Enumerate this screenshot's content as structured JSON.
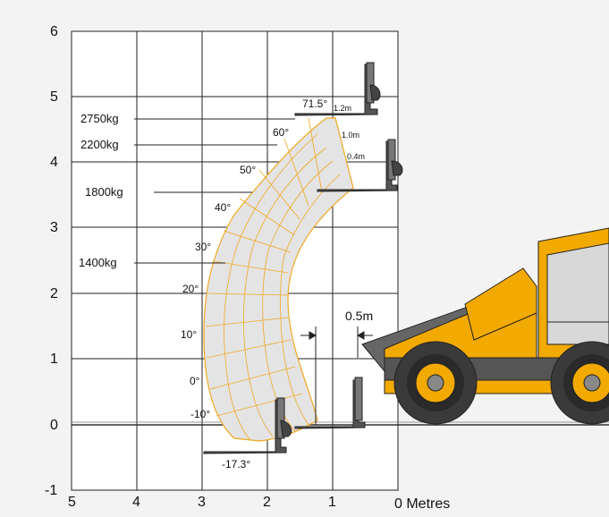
{
  "axes": {
    "y_ticks": [
      "6",
      "5",
      "4",
      "3",
      "2",
      "1",
      "0",
      "-1"
    ],
    "x_ticks": [
      "5",
      "4",
      "3",
      "2",
      "1"
    ],
    "x_unit_label": "0 Metres"
  },
  "loads": [
    "2750kg",
    "2200kg",
    "1800kg",
    "1400kg"
  ],
  "angles": [
    "71.5°",
    "60°",
    "50°",
    "40°",
    "30°",
    "20°",
    "10°",
    "0°",
    "-10°",
    "-17.3°"
  ],
  "fork_offsets": [
    "1.2m",
    "1.0m",
    "0.4m"
  ],
  "reach_dimension": "0.5m",
  "colors": {
    "envelope_outline": "#f0a823",
    "grid_line": "#222222",
    "machine_body": "#f2a900",
    "machine_dark": "#333333"
  },
  "icons": [
    "pallet-fork-icon",
    "telehandler-icon"
  ]
}
